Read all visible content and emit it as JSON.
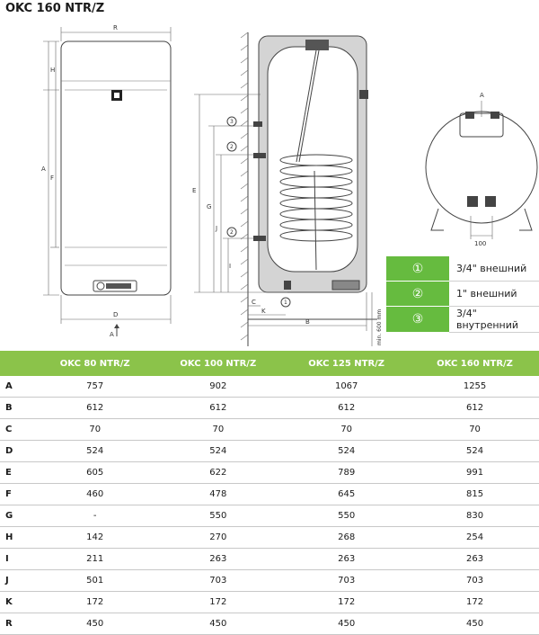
{
  "title": "OKC 160 NTR/Z",
  "drawing": {
    "front_labels": [
      "R",
      "H",
      "F",
      "A",
      "D",
      "A"
    ],
    "side_labels": [
      "E",
      "G",
      "J",
      "I",
      "C",
      "K",
      "B",
      "min. 600 mm"
    ],
    "connection_markers": [
      "3",
      "2",
      "2",
      "1"
    ],
    "top_labels": [
      "A",
      "100"
    ]
  },
  "legend": [
    {
      "symbol": "①",
      "text": "3/4\" внешний"
    },
    {
      "symbol": "②",
      "text": "1\" внешний"
    },
    {
      "symbol": "③",
      "text": "3/4\" внутренний"
    }
  ],
  "table": {
    "headers": [
      "",
      "OKC 80 NTR/Z",
      "OKC 100 NTR/Z",
      "OKC 125 NTR/Z",
      "OKC 160 NTR/Z"
    ],
    "rows": [
      [
        "A",
        "757",
        "902",
        "1067",
        "1255"
      ],
      [
        "B",
        "612",
        "612",
        "612",
        "612"
      ],
      [
        "C",
        "70",
        "70",
        "70",
        "70"
      ],
      [
        "D",
        "524",
        "524",
        "524",
        "524"
      ],
      [
        "E",
        "605",
        "622",
        "789",
        "991"
      ],
      [
        "F",
        "460",
        "478",
        "645",
        "815"
      ],
      [
        "G",
        "-",
        "550",
        "550",
        "830"
      ],
      [
        "H",
        "142",
        "270",
        "268",
        "254"
      ],
      [
        "I",
        "211",
        "263",
        "263",
        "263"
      ],
      [
        "J",
        "501",
        "703",
        "703",
        "703"
      ],
      [
        "K",
        "172",
        "172",
        "172",
        "172"
      ],
      [
        "R",
        "450",
        "450",
        "450",
        "450"
      ]
    ]
  },
  "colors": {
    "header_green": "#8bc34a",
    "legend_green": "#66bb3f"
  }
}
